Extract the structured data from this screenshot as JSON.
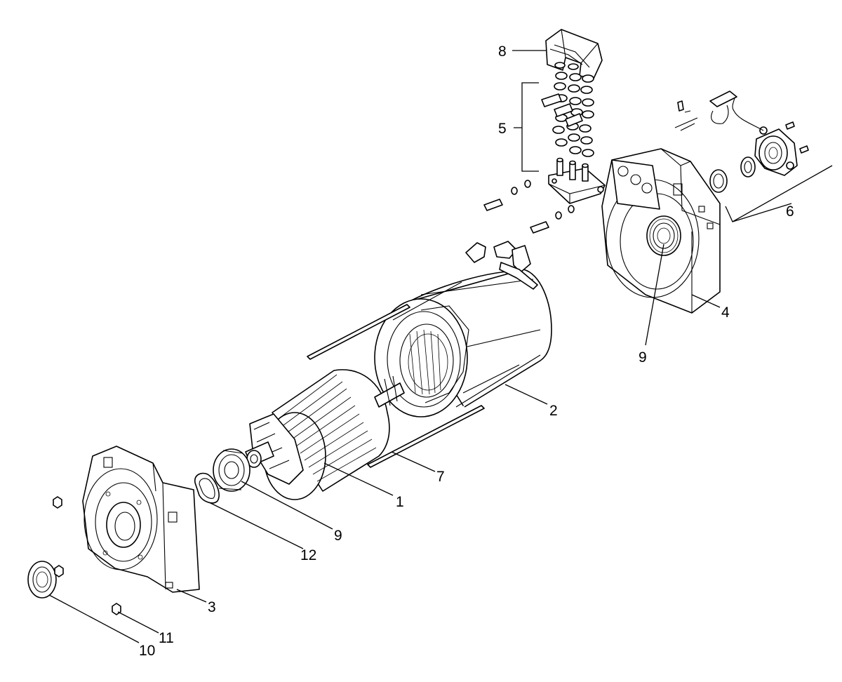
{
  "diagram": {
    "callouts": [
      {
        "id": "c1",
        "text": "1"
      },
      {
        "id": "c2",
        "text": "2"
      },
      {
        "id": "c3",
        "text": "3"
      },
      {
        "id": "c4",
        "text": "4"
      },
      {
        "id": "c5",
        "text": "5"
      },
      {
        "id": "c6",
        "text": "6"
      },
      {
        "id": "c7",
        "text": "7"
      },
      {
        "id": "c8",
        "text": "8"
      },
      {
        "id": "c9a",
        "text": "9"
      },
      {
        "id": "c9b",
        "text": "9"
      },
      {
        "id": "c10",
        "text": "10"
      },
      {
        "id": "c11",
        "text": "11"
      },
      {
        "id": "c12",
        "text": "12"
      }
    ]
  }
}
